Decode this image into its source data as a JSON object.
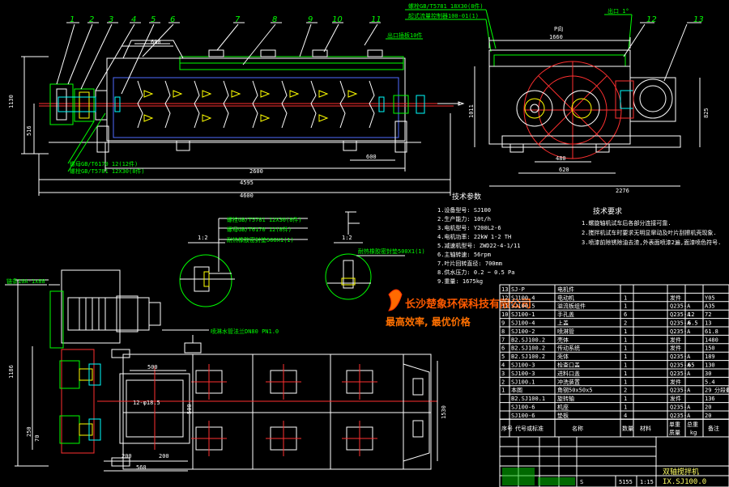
{
  "part_numbers": [
    "1",
    "2",
    "3",
    "4",
    "5",
    "6",
    "7",
    "8",
    "9",
    "10",
    "11",
    "12",
    "13"
  ],
  "front_dims": {
    "d600": "600",
    "d1130": "1130",
    "d516": "516",
    "d2600": "2600",
    "d4595": "4595",
    "d4600": "4600",
    "d600b": "600"
  },
  "top_notes": [
    "螺栓GB/T5781  18X30(8件)",
    "起式流量控制器100-01(1)",
    "出口插板10件",
    "出口 1°"
  ],
  "bolt_notes": [
    "螺栓GB/T5781  12X30(8件)",
    "螺母GB/T6170  12(12件)"
  ],
  "side_dims": {
    "p": "P向",
    "d1660": "1660",
    "d1011": "1011",
    "d480": "480",
    "d620": "620",
    "d2276": "2276",
    "d825": "825"
  },
  "detail": {
    "scale1": "1:2",
    "scale2": "1:2",
    "notes": [
      "螺栓GB/T5781  12X30(8件)",
      "螺母GB/T6170  12(8件)",
      "耐热橡胶密封垫500X1(1)"
    ],
    "note_b": "耐热橡胶密封垫500X1(1)"
  },
  "tech_params": {
    "title": "技术参数",
    "rows": [
      "1.设备型号:    SJ100",
      "2.生产能力:    10t/h",
      "3.电机型号:    Y200L2-6",
      "4.电机功率:    22kW  1-2  TH",
      "5.减速机型号:  ZWD22-4-1/11",
      "6.主轴转速:    56rpm",
      "7.叶片回转直径:  700mm",
      "8.供水压力:    0.2 ~ 0.5 Pa",
      "9.重量:        1675kg"
    ]
  },
  "tech_req": {
    "title": "技术要求",
    "rows": [
      "1.螺旋轴机试车后各部分连接可靠.",
      "2.搅拌机试车时要求无明显窜动及叶片刮擦机壳现象.",
      "3.喷漆前除锈除油去渣,外表面喷漆2遍,面漆喷色符号."
    ]
  },
  "plan": {
    "left_label": "链条10A-1x88",
    "pipe_label": "喷淋水管法兰DN80 PN1.0",
    "d1186": "1186",
    "d500": "500",
    "d500v": "500",
    "d12": "12-φ18.5",
    "d1530": "1530",
    "d200a": "200",
    "d200b": "200",
    "d560": "560",
    "d250": "250",
    "d70": "70"
  },
  "company": {
    "name": "长沙楚象环保科技有限公司",
    "slogan": "最高效率, 最优价格"
  },
  "bom": {
    "rows": [
      [
        "13",
        "SJ-P",
        "电机件",
        "",
        "",
        "",
        "",
        ""
      ],
      [
        "12",
        "SJ100.4",
        "电动机",
        "1",
        "",
        "发件",
        "",
        "Y05"
      ],
      [
        "11",
        "SJ100.5",
        "溢流板组件",
        "1",
        "",
        "Q235-A",
        "",
        "A35"
      ],
      [
        "10",
        "SJ100-1",
        "手孔盖",
        "6",
        "",
        "Q235-A",
        "12",
        "72"
      ],
      [
        "9",
        "SJ100-4",
        "上盖",
        "2",
        "",
        "Q235-A",
        "6.5",
        "13"
      ],
      [
        "8",
        "SJ100-2",
        "喷淋管",
        "1",
        "",
        "Q235-A",
        "",
        "61.8"
      ],
      [
        "7",
        "B2.SJ100.2",
        "壳体",
        "1",
        "",
        "发件",
        "",
        "1480"
      ],
      [
        "6",
        "B2.SJ100.2",
        "传动系统",
        "1",
        "",
        "发件",
        "",
        "150"
      ],
      [
        "5",
        "B2.SJ100.2",
        "壳体",
        "1",
        "",
        "Q235-A",
        "",
        "189"
      ],
      [
        "4",
        "SJ100-3",
        "检查口盖",
        "1",
        "",
        "Q235-A",
        "65",
        "130"
      ],
      [
        "3",
        "SJ100-3",
        "进料口盖",
        "1",
        "",
        "Q235-A",
        "",
        "30"
      ],
      [
        "2",
        "SJ100.1",
        "冲洗装置",
        "1",
        "",
        "发件",
        "",
        "5.4"
      ],
      [
        "1",
        "本图",
        "角钢50x50x5",
        "2",
        "",
        "Q235-A",
        "",
        "29",
        "分段截用"
      ],
      [
        "",
        "B2.SJ100.1",
        "旋转轴",
        "1",
        "",
        "发件",
        "",
        "136"
      ],
      [
        "",
        "SJ100-6",
        "机座",
        "1",
        "",
        "Q235-A",
        "",
        "20"
      ],
      [
        "",
        "SJ100-6",
        "垫板",
        "4",
        "",
        "Q235-A",
        "",
        "20"
      ]
    ],
    "header": [
      "序号",
      "代号或标准",
      "名称",
      "数量",
      "材料",
      "单重",
      "总重",
      "备注"
    ],
    "header2": [
      "质量",
      "kg"
    ]
  },
  "title_block": {
    "product": "双轴搅拌机",
    "drawing_no": "IX.SJ100.0",
    "s_label": "S",
    "weight": "5155",
    "scale": "1:15"
  }
}
